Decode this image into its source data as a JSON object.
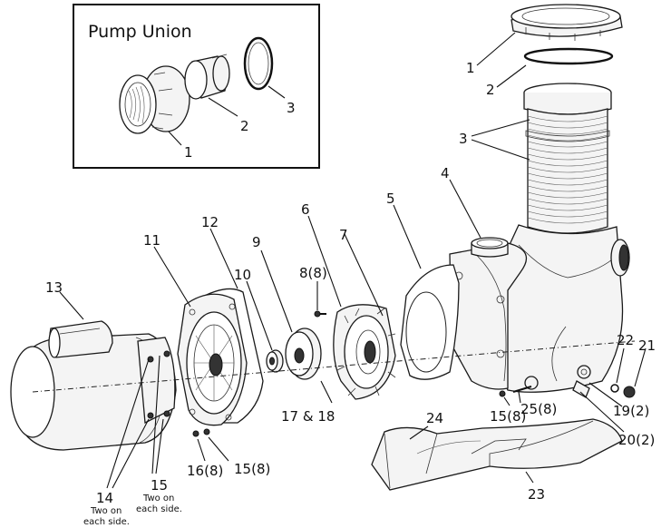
{
  "inset": {
    "title": "Pump Union"
  },
  "labels": {
    "inset_1": "1",
    "inset_2": "2",
    "inset_3": "3",
    "p1": "1",
    "p2": "2",
    "p3": "3",
    "p4": "4",
    "p5": "5",
    "p6": "6",
    "p7": "7",
    "p8": "8(8)",
    "p9": "9",
    "p10": "10",
    "p11": "11",
    "p12": "12",
    "p13": "13",
    "p14": "14",
    "p15": "15",
    "p15b": "15(8)",
    "p15c": "15(8)",
    "p16": "16(8)",
    "p17": "17 & 18",
    "p19": "19(2)",
    "p20": "20(2)",
    "p21": "21",
    "p22": "22",
    "p23": "23",
    "p24": "24",
    "p25": "25(8)"
  },
  "notes": {
    "n14_line1": "Two on",
    "n14_line2": "each side.",
    "n15_line1": "Two on",
    "n15_line2": "each side."
  }
}
